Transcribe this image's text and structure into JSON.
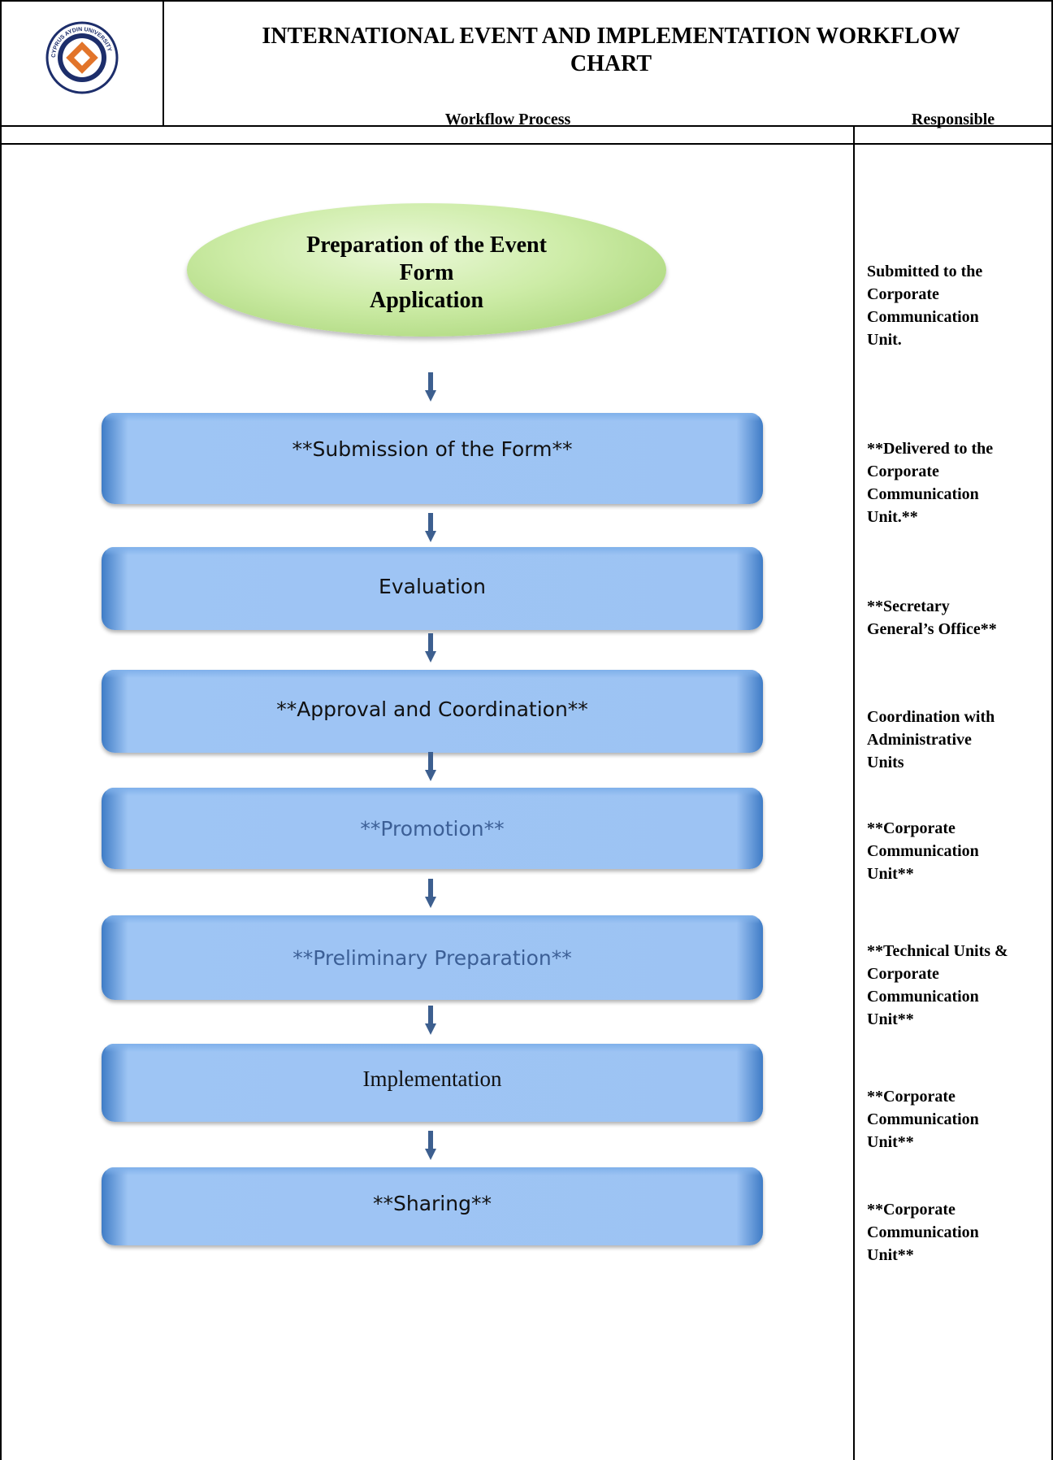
{
  "header": {
    "title_line1": "INTERNATIONAL EVENT AND IMPLEMENTATION WORKFLOW",
    "title_line2": "CHART",
    "logo_text": "CYPRUS AYDIN UNIVERSITY"
  },
  "columns": {
    "process": "Workflow Process",
    "responsible": "Responsible"
  },
  "start": {
    "line1": "Preparation of the Event",
    "line2": "Form",
    "line3": "Application"
  },
  "steps": [
    {
      "label": "**Submission of the Form**"
    },
    {
      "label": "Evaluation"
    },
    {
      "label": "**Approval and Coordination**"
    },
    {
      "label": "**Promotion**"
    },
    {
      "label": "**Preliminary Preparation**"
    },
    {
      "label": "Implementation"
    },
    {
      "label": "**Sharing**"
    }
  ],
  "responsible": [
    {
      "line1": "Submitted to the",
      "line2": "Corporate",
      "line3": "Communication",
      "line4": "Unit."
    },
    {
      "line1": "**Delivered to the",
      "line2": "Corporate",
      "line3": "Communication",
      "line4": "Unit.**"
    },
    {
      "line1": "**Secretary",
      "line2": "General’s Office**"
    },
    {
      "line1": "Coordination with",
      "line2": "Administrative",
      "line3": "Units"
    },
    {
      "line1": "**Corporate",
      "line2": "Communication",
      "line3": "Unit**"
    },
    {
      "line1": "**Technical Units &",
      "line2": "Corporate",
      "line3": "Communication",
      "line4": "Unit**"
    },
    {
      "line1": "**Corporate",
      "line2": "Communication",
      "line3": "Unit**"
    },
    {
      "line1": "**Corporate",
      "line2": "Communication",
      "line3": "Unit**"
    }
  ],
  "colors": {
    "oval": "#cdeca7",
    "step": "#9dc3f3",
    "arrow": "#3d5f8f"
  }
}
